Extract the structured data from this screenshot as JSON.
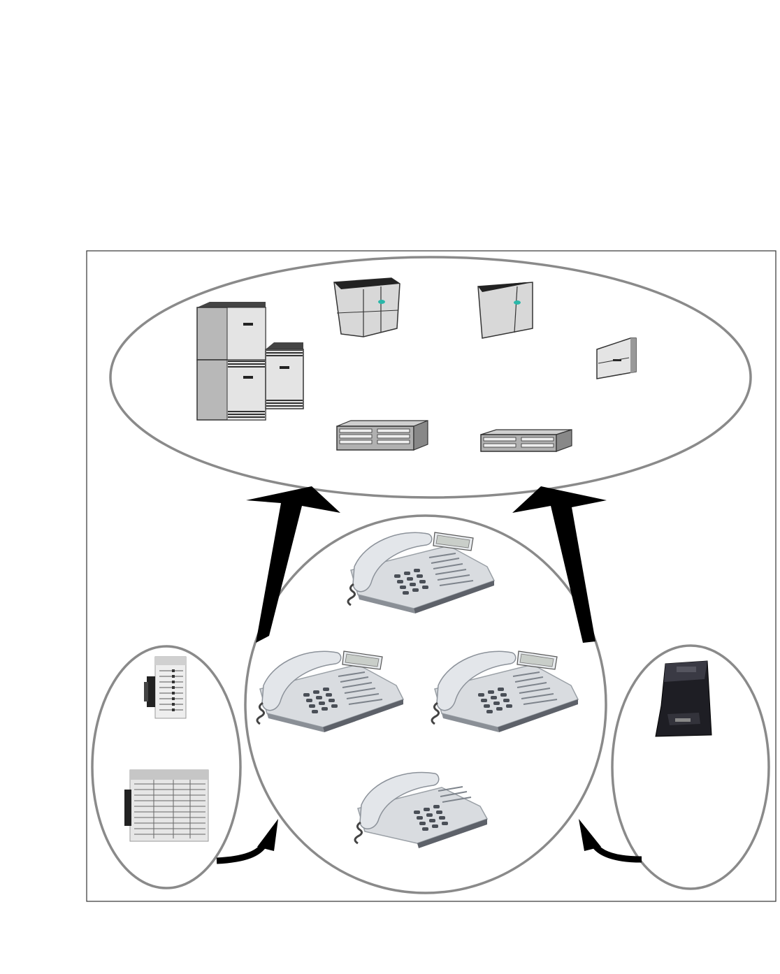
{
  "diagram": {
    "groups": [
      {
        "id": "systems",
        "icons": [
          "cabinet-system-icon",
          "wall-mount-system-icon",
          "wall-mount-system-icon",
          "small-wall-box-icon",
          "rack-unit-icon",
          "rack-unit-icon"
        ]
      },
      {
        "id": "telephones",
        "icons": [
          "display-telephone-icon",
          "display-telephone-icon",
          "display-telephone-icon",
          "basic-telephone-icon"
        ]
      },
      {
        "id": "key-modules",
        "icons": [
          "key-module-icon",
          "key-module-icon"
        ]
      },
      {
        "id": "adapter",
        "icons": [
          "plug-adapter-icon"
        ]
      }
    ],
    "colors": {
      "ellipse_stroke": "#8a8a8a",
      "arrow": "#000000",
      "frame": "#333333",
      "device_gray": "#b8b8b8",
      "phone_gray": "#d7dade",
      "accent_teal": "#2ab7a9"
    }
  }
}
